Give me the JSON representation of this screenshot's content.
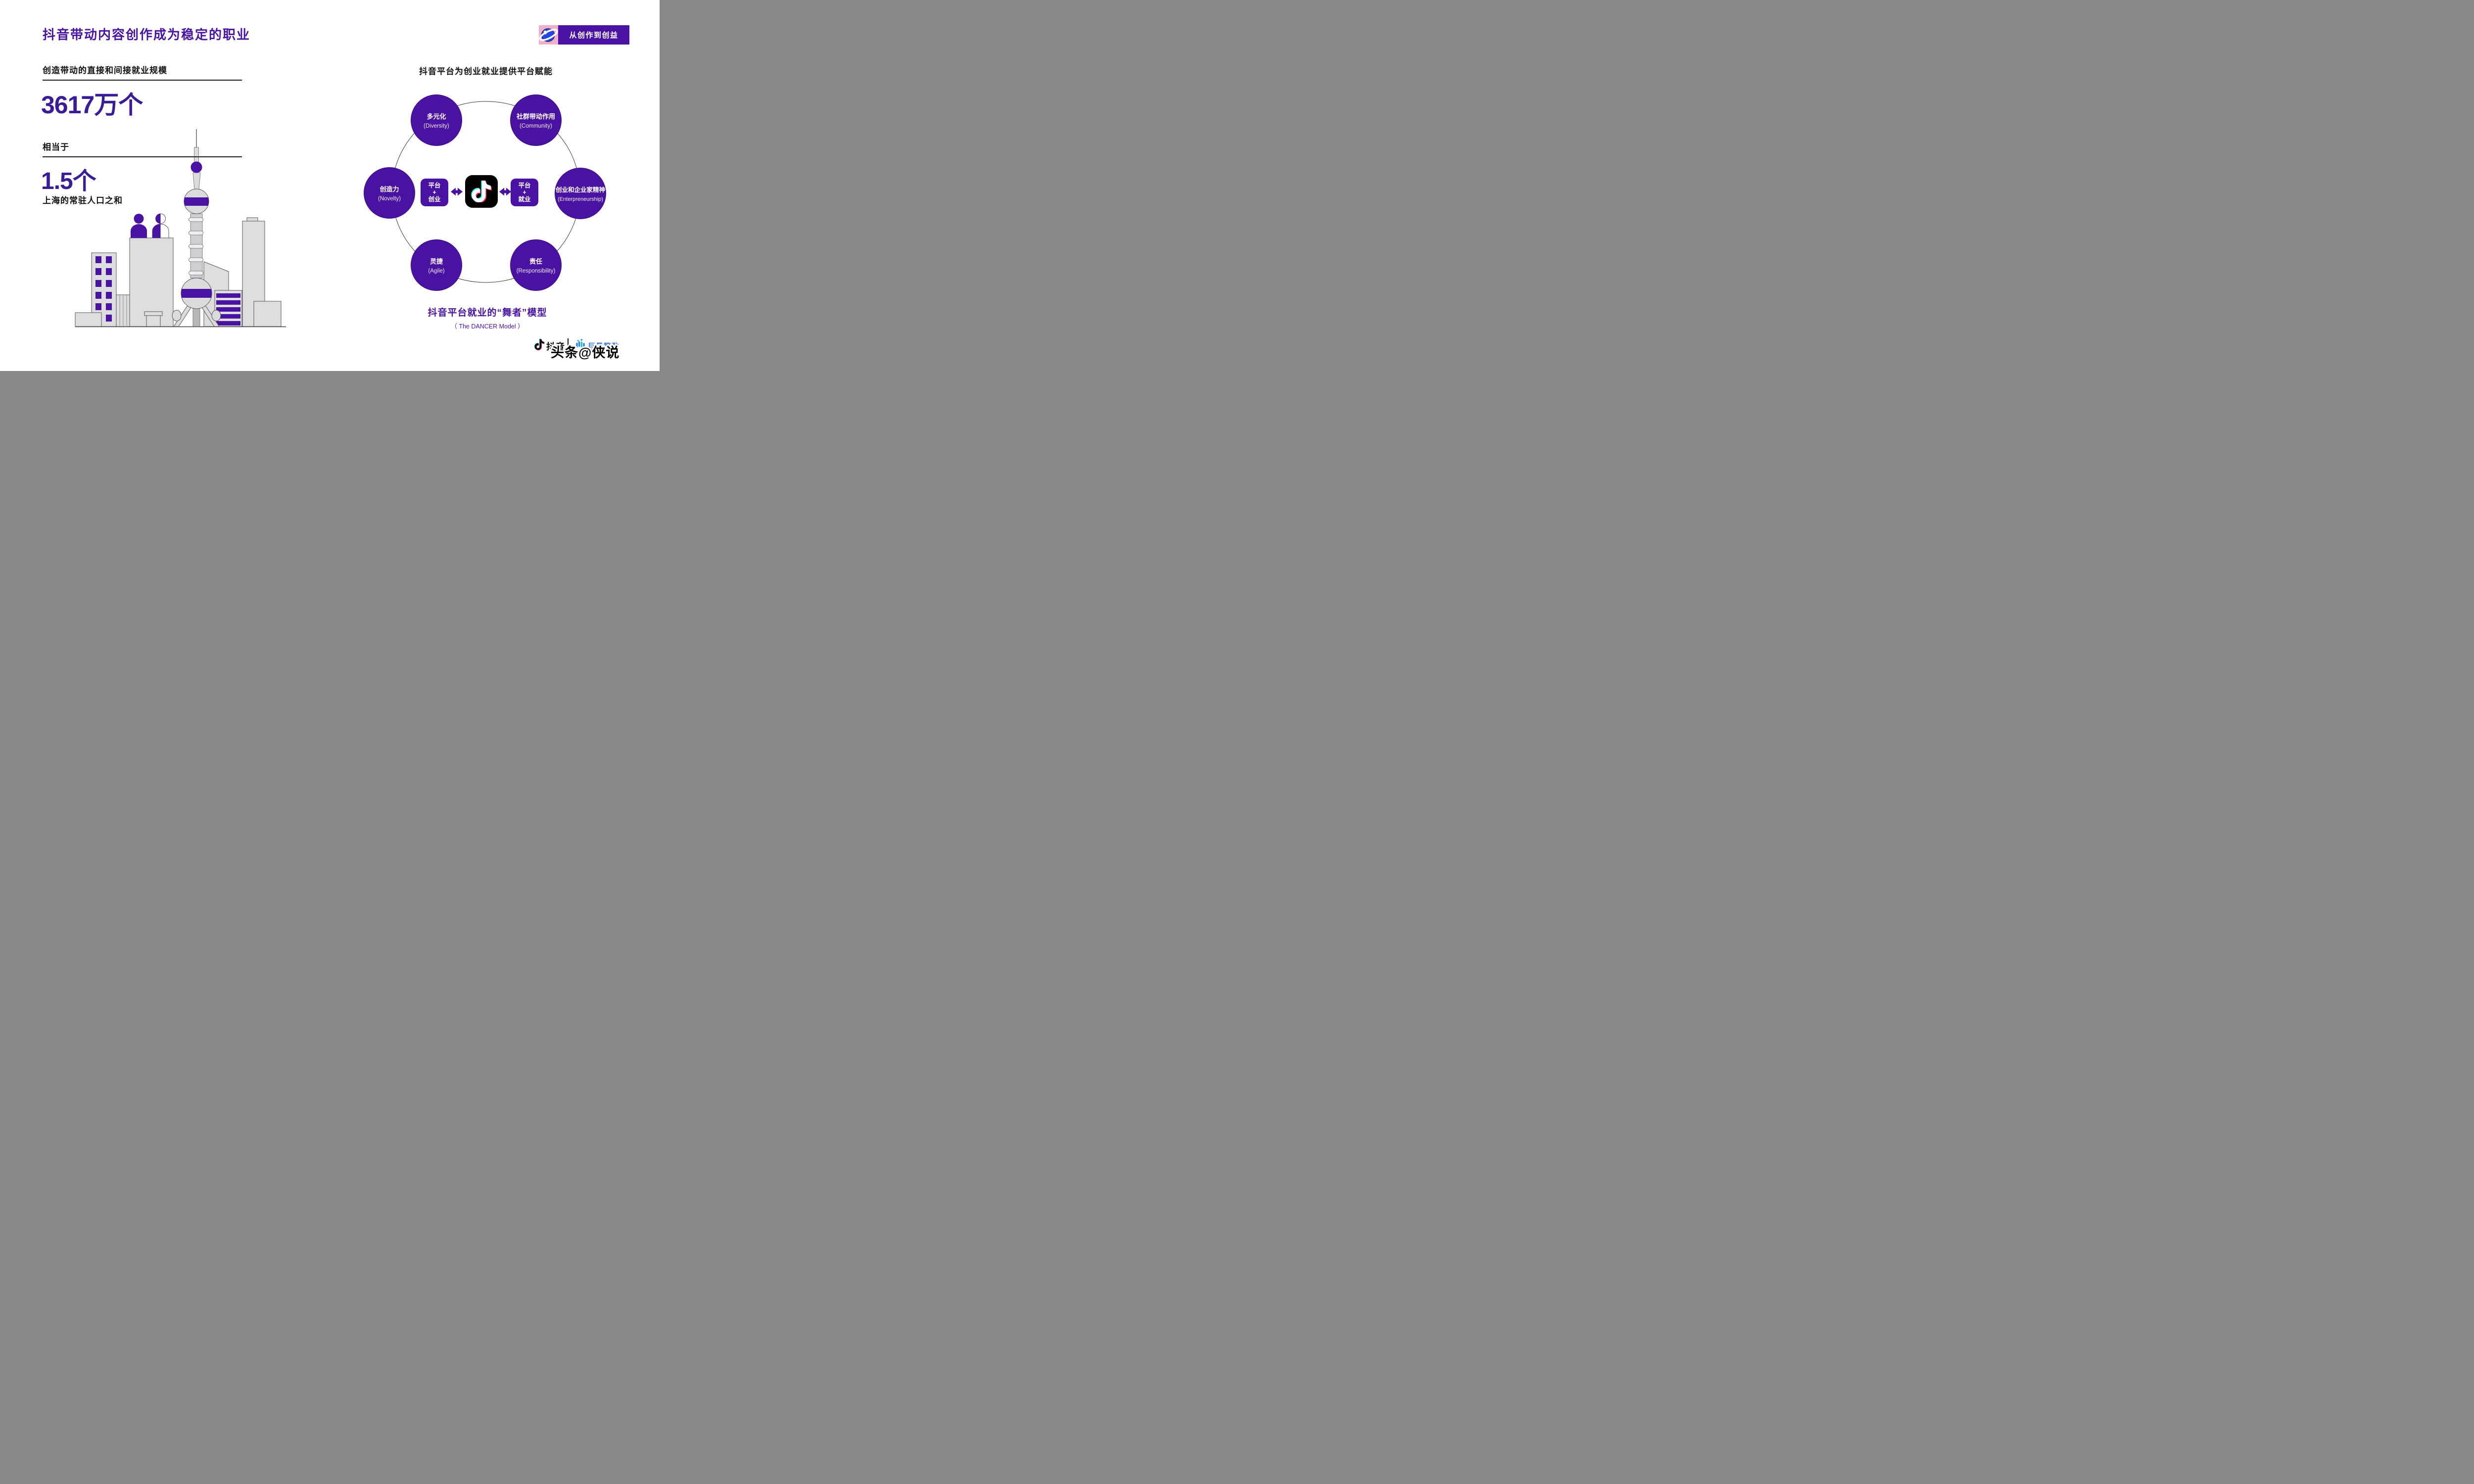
{
  "slide": {
    "title": "抖音带动内容创作成为稳定的职业",
    "badge": {
      "label": "从创作到创益",
      "icon": "planet-icon"
    },
    "left": {
      "stat_label": "创造带动的直接和间接就业规模",
      "stat_value": "3617万个",
      "equiv_label": "相当于",
      "equiv_value": "1.5个",
      "equiv_caption": "上海的常驻人口之和"
    },
    "right": {
      "section_title": "抖音平台为创业就业提供平台赋能",
      "nodes": [
        {
          "zh": "多元化",
          "en": "(Diversity)"
        },
        {
          "zh": "社群带动作用",
          "en": "(Community)"
        },
        {
          "zh": "创造力",
          "en": "(Novelty)"
        },
        {
          "zh": "创业和企业家精神",
          "en": "(Enterpreneurship)"
        },
        {
          "zh": "灵捷",
          "en": "(Agile)"
        },
        {
          "zh": "责任",
          "en": "(Responsibility)"
        }
      ],
      "hub": {
        "left_box": [
          "平台",
          "+",
          "创业"
        ],
        "right_box": [
          "平台",
          "+",
          "就业"
        ],
        "center_icon": "tiktok-app-icon"
      },
      "caption": "抖音平台就业的“舞者”模型",
      "subcaption": "（ The DANCER Model ）"
    },
    "footer": {
      "brand": "抖音",
      "data_brand": "巨量算数",
      "watermark": "头条@侠说"
    },
    "colors": {
      "accent_purple": "#4A12A2",
      "number_purple": "#3A1C99",
      "badge_pink": "#F2AFCB",
      "planet_blue": "#2447E0",
      "data_blue": "#3E79E9",
      "tiktok_cyan": "#25F4EE",
      "tiktok_red": "#FE2C55",
      "building_gray": "#DDDDDF"
    }
  }
}
